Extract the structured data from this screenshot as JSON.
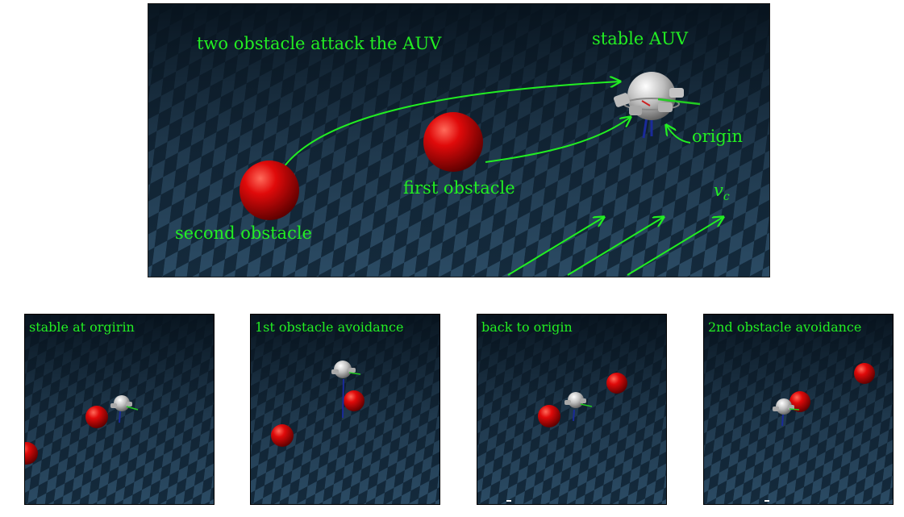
{
  "main_panel": {
    "title": "two obstacle attack the AUV",
    "stable_auv_label": "stable AUV",
    "origin_label": "origin",
    "first_obstacle_label": "first obstacle",
    "second_obstacle_label": "second obstacle",
    "current_label_var": "v",
    "current_label_sub": "c"
  },
  "thumbnails": [
    {
      "caption": "stable at orgirin"
    },
    {
      "caption": "1st obstacle avoidance"
    },
    {
      "caption": "back to origin"
    },
    {
      "caption": "2nd obstacle avoidance"
    }
  ],
  "colors": {
    "annotation": "#22ee22",
    "obstacle": "#dd0000",
    "floor_dark": "#0f2030",
    "floor_light": "#2a4a62"
  }
}
